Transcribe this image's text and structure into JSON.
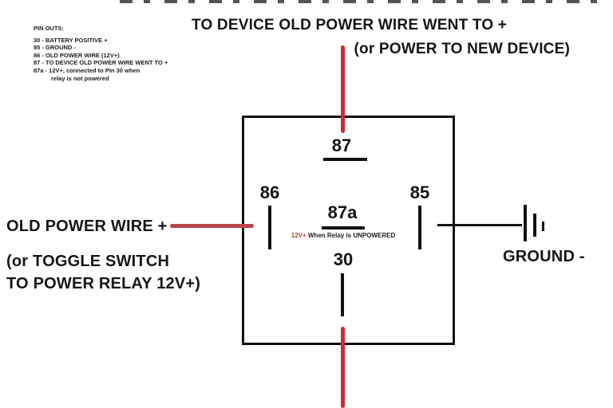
{
  "colors": {
    "background": "#ffffff",
    "ink": "#161616",
    "wire_red": "#cf2b33",
    "wire_red_dull": "#bc4449"
  },
  "header": {
    "line1": "TO DEVICE OLD POWER WIRE WENT TO +",
    "line2": "(or POWER TO NEW DEVICE)"
  },
  "pinouts": {
    "title": "PIN OUTS:",
    "lines": [
      "30 - BATTERY POSITIVE +",
      "85 - GROUND -",
      "86 - OLD POWER WIRE (12V+)",
      "87 - TO DEVICE OLD POWER WIRE WENT TO +",
      "87a - 12V+, connected to Pin 30 when",
      "relay is not powered"
    ]
  },
  "relay": {
    "pins": {
      "p87": "87",
      "p87a": "87a",
      "p86": "86",
      "p85": "85",
      "p30": "30"
    },
    "note_87a": {
      "red": "12V+",
      "rest": " When Relay is UNPOWERED"
    }
  },
  "labels": {
    "left_line1": "OLD POWER WIRE +",
    "left_line2": "(or TOGGLE SWITCH",
    "left_line3": "TO POWER RELAY 12V+)",
    "ground": "GROUND -"
  }
}
